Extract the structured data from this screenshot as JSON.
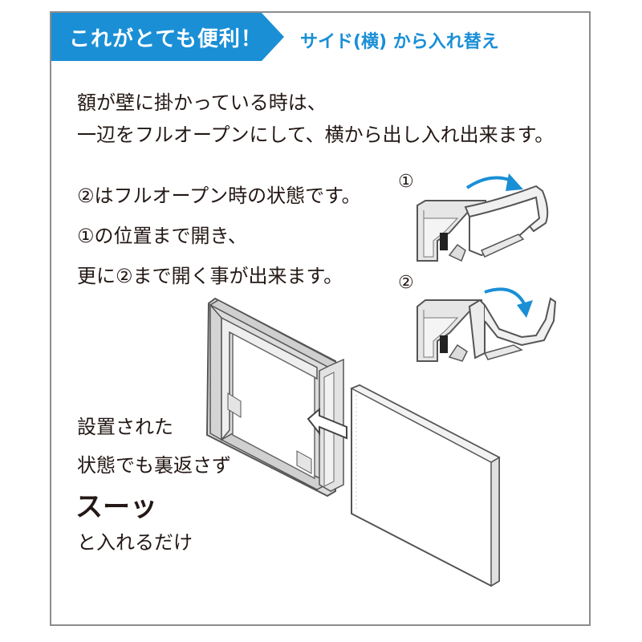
{
  "banner": {
    "title": "これがとても便利！",
    "subtitle": "サイド(横) から入れ替え"
  },
  "body": {
    "line1": "額が壁に掛かっている時は、",
    "line2": "一辺をフルオープンにして、横から出し入れ出来ます。",
    "line3": "②はフルオープン時の状態です。",
    "line4": "①の位置まで開き、",
    "line5": "更に②まで開く事が出来ます。"
  },
  "figure_labels": {
    "step1": "①",
    "step2": "②"
  },
  "caption": {
    "line1": "設置された",
    "line2": "状態でも裏返さず",
    "emphasis": "スーッ",
    "line3": "と入れるだけ"
  },
  "colors": {
    "banner_blue": "#1a8fd6",
    "arrow_blue": "#1a8fd6",
    "border": "#8c8c8c"
  }
}
